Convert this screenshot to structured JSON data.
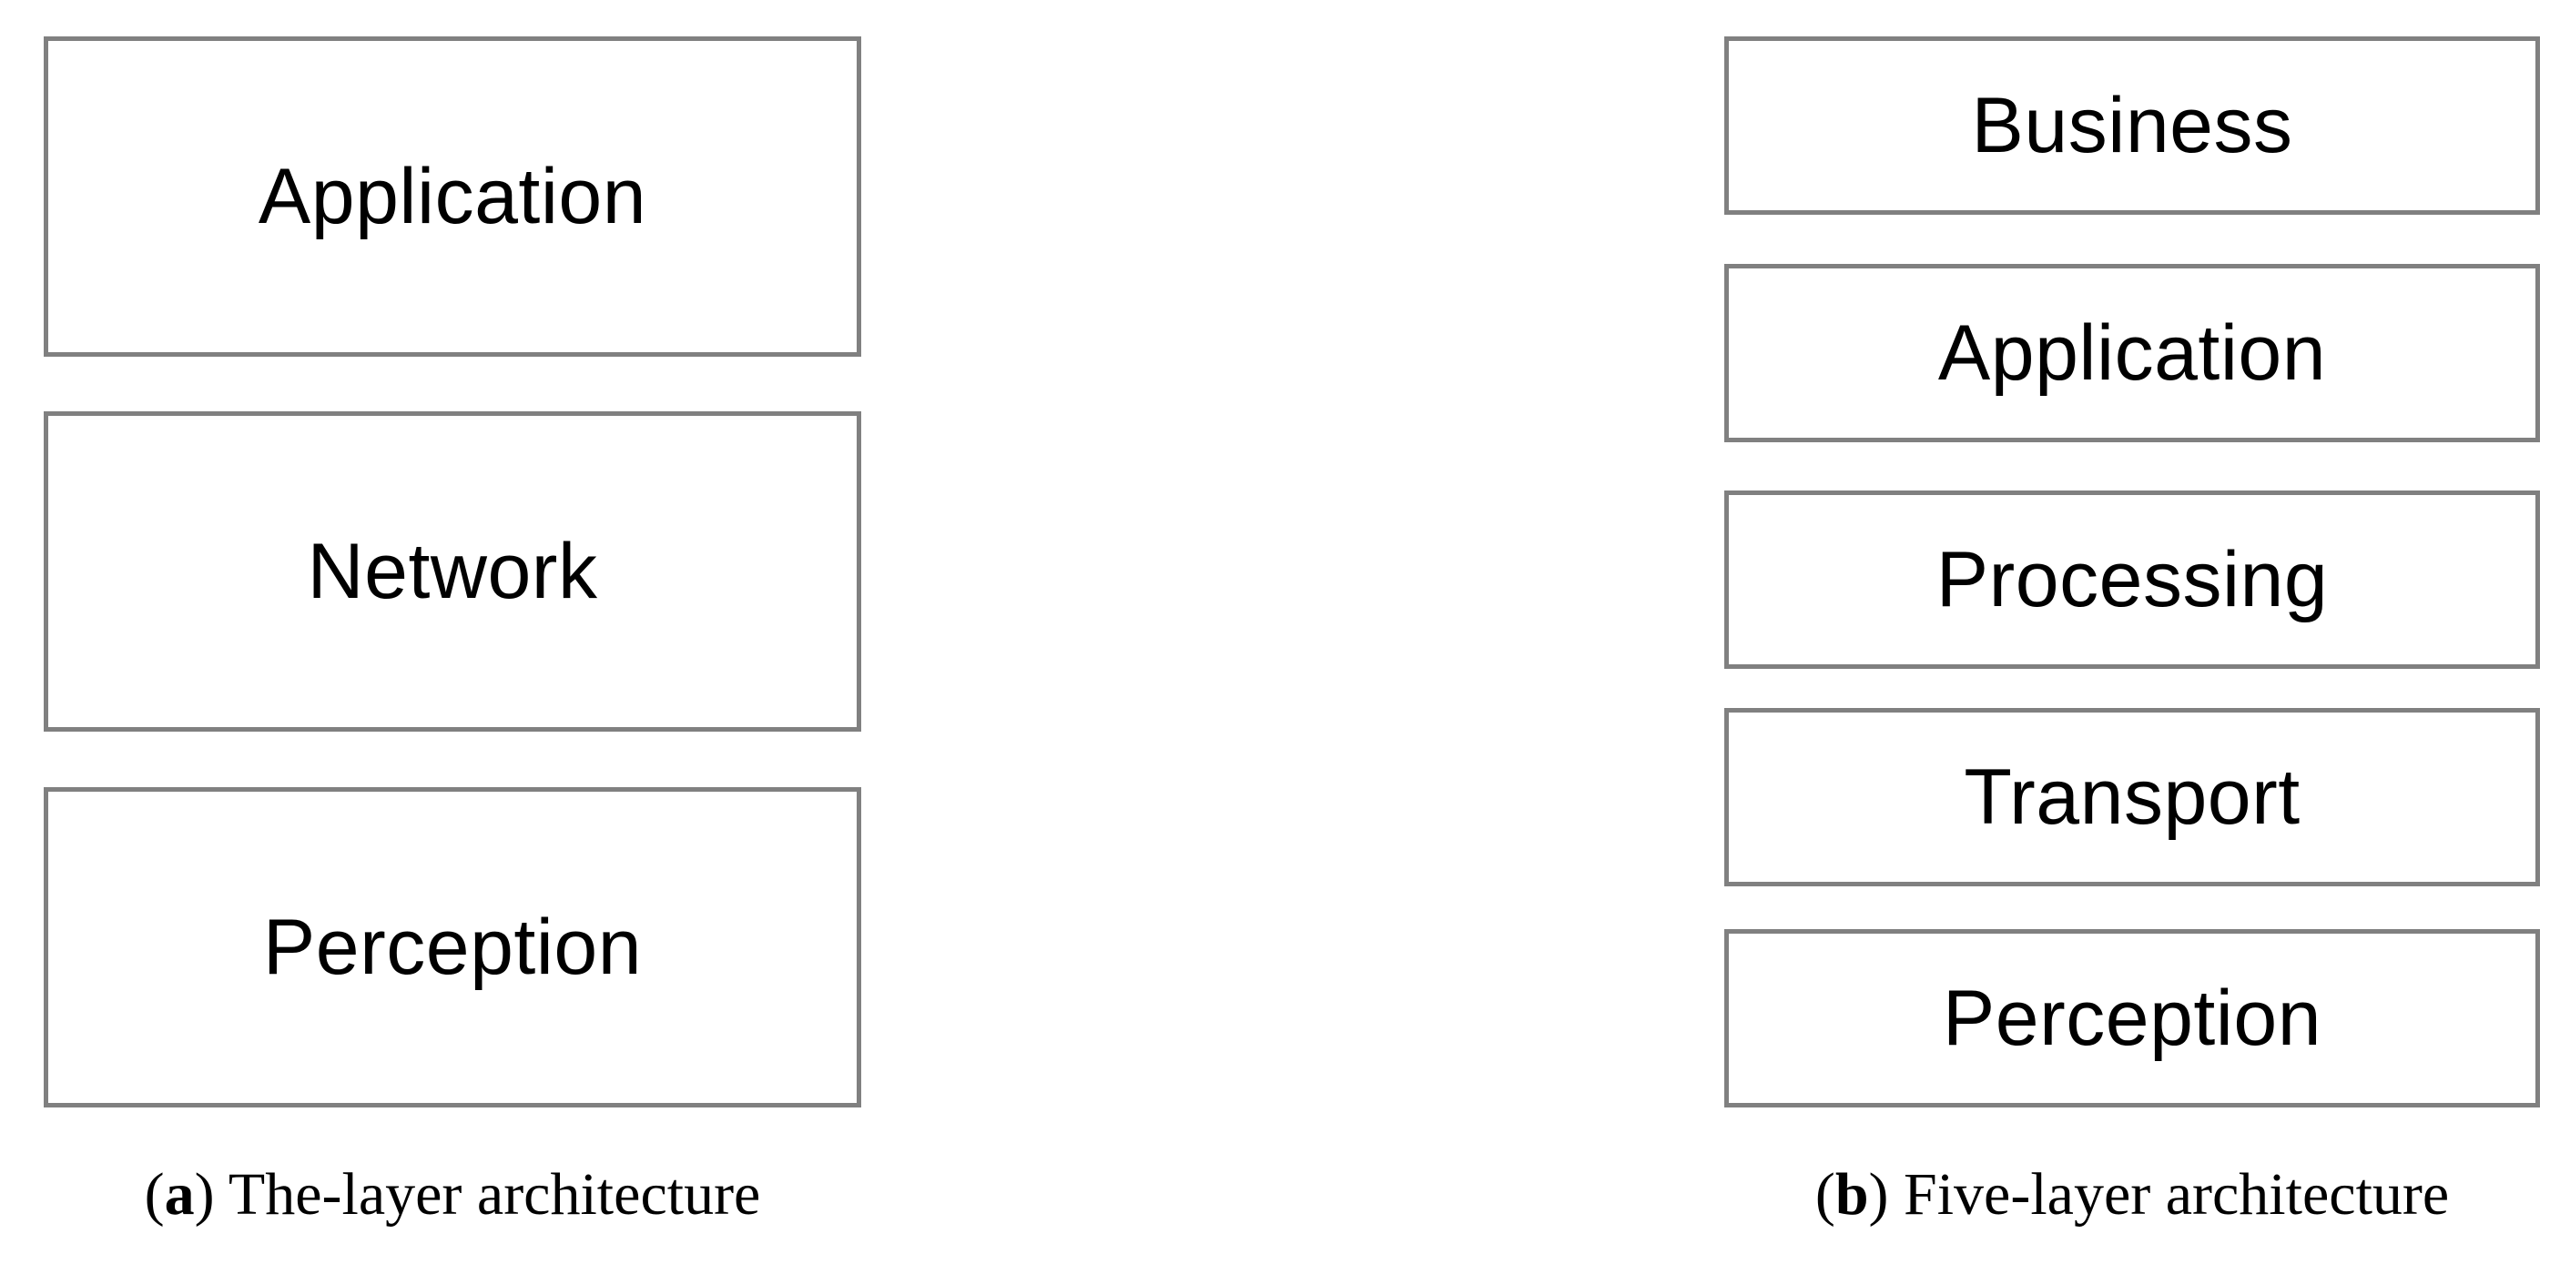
{
  "panel_a": {
    "layers": [
      {
        "label": "Application"
      },
      {
        "label": "Network"
      },
      {
        "label": "Perception"
      }
    ],
    "caption": {
      "open": "(",
      "letter": "a",
      "close": ")",
      "text": " The-layer architecture"
    }
  },
  "panel_b": {
    "layers": [
      {
        "label": "Business"
      },
      {
        "label": "Application"
      },
      {
        "label": "Processing"
      },
      {
        "label": "Transport"
      },
      {
        "label": "Perception"
      }
    ],
    "caption": {
      "open": "(",
      "letter": "b",
      "close": ")",
      "text": " Five-layer architecture"
    }
  },
  "colors": {
    "box_border": "#808080",
    "text": "#000000",
    "background": "#ffffff"
  }
}
